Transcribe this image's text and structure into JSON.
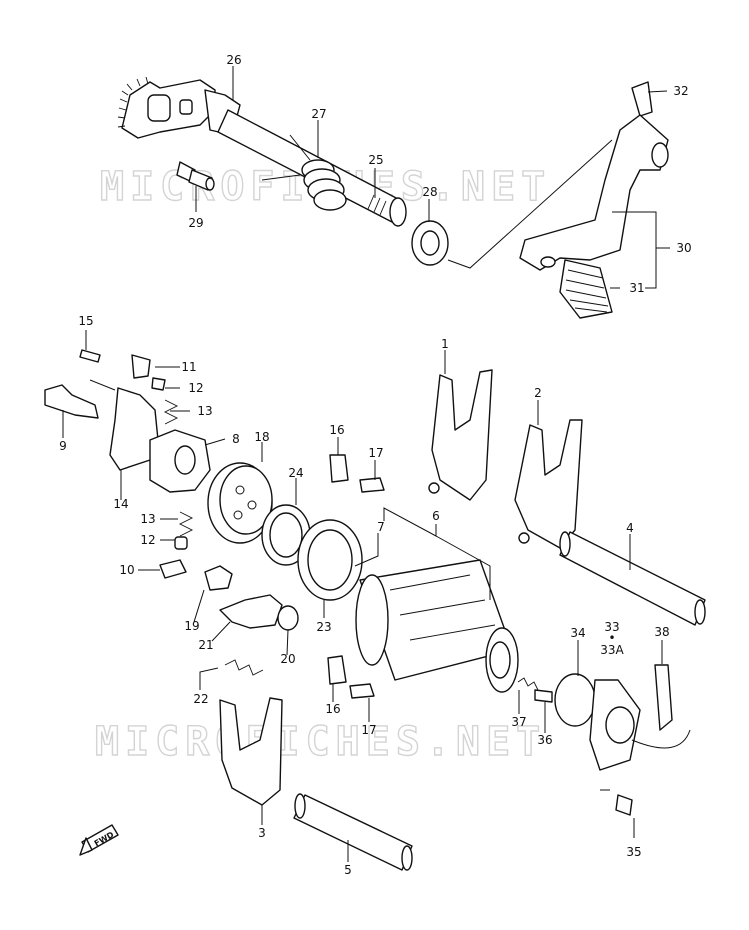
{
  "watermarks": [
    "MICROFICHES.NET",
    "MICROFICHES.NET"
  ],
  "fwd_marker": "FWD",
  "callouts": [
    "26",
    "27",
    "25",
    "28",
    "29",
    "32",
    "30",
    "31",
    "15",
    "11",
    "12",
    "13",
    "9",
    "8",
    "18",
    "14",
    "13",
    "12",
    "10",
    "19",
    "21",
    "20",
    "22",
    "16",
    "17",
    "24",
    "23",
    "7",
    "6",
    "1",
    "2",
    "4",
    "34",
    "33",
    "33A",
    "38",
    "16",
    "17",
    "37",
    "36",
    "35",
    "3",
    "5"
  ]
}
